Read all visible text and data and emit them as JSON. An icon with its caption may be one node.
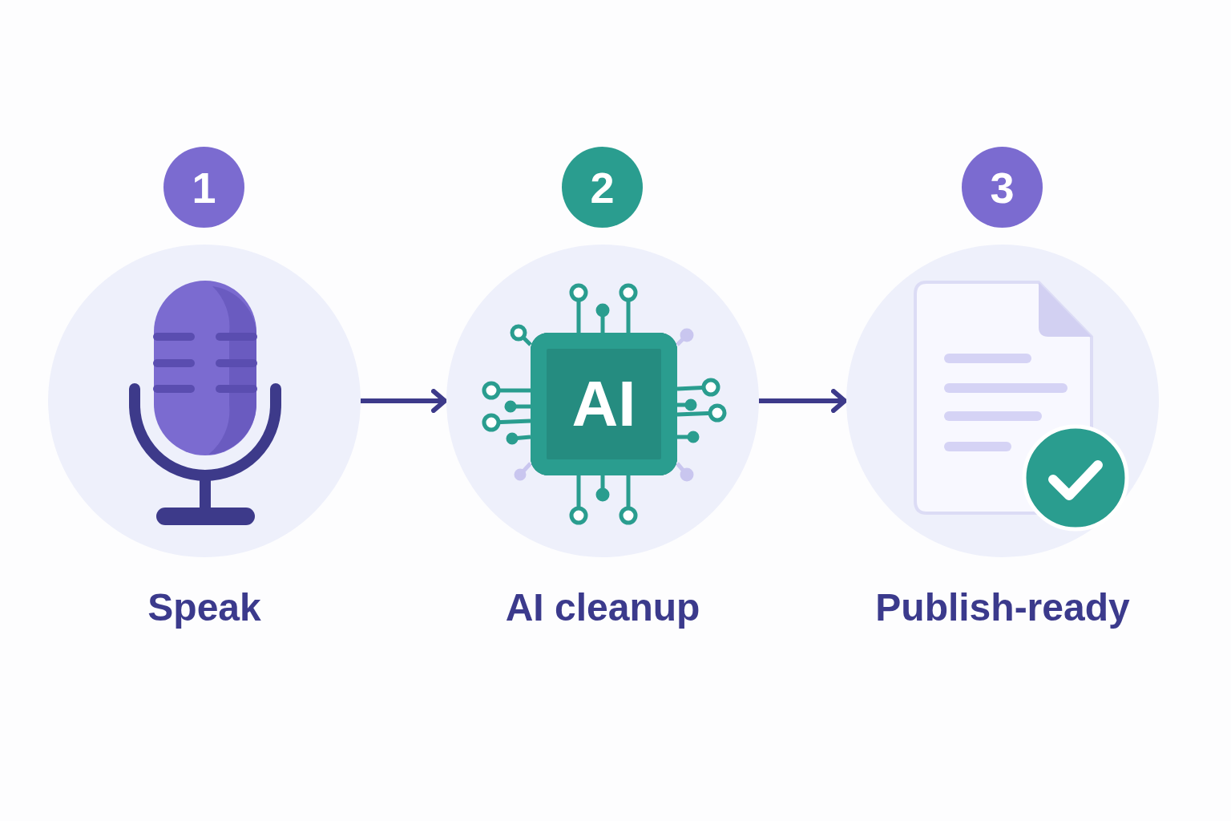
{
  "diagram": {
    "nodes": [
      {
        "text": [
          "1"
        ]
      },
      {
        "text": [
          "Speak"
        ]
      },
      {
        "text": [
          "2"
        ]
      },
      {
        "text": [
          "AI cleanup"
        ]
      },
      {
        "text": [
          "AI"
        ],
        "in": 3
      },
      {
        "text": [
          "3"
        ]
      },
      {
        "text": [
          "Publish-ready"
        ]
      }
    ],
    "edges": [
      {
        "from": 1,
        "to": 3,
        "arrow": "to"
      },
      {
        "from": 3,
        "to": 6,
        "arrow": "to"
      }
    ]
  }
}
